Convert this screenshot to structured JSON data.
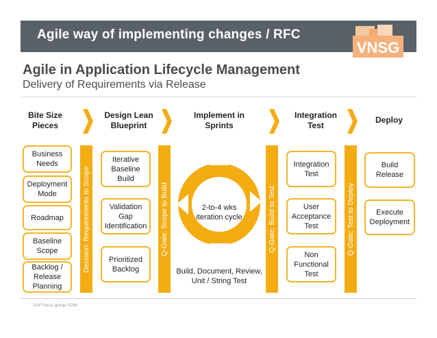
{
  "header": {
    "title": "Agile way of implementing changes / RFC",
    "logo_text": "VNSG"
  },
  "slide": {
    "title": "Agile in Application Lifecycle Management",
    "subtitle": "Delivery of Requirements via Release"
  },
  "columns": [
    {
      "heading": "Bite Size Pieces",
      "items": [
        "Business Needs",
        "Deployment Mode",
        "Roadmap",
        "Baseline Scope",
        "Backlog / Release Planning"
      ]
    },
    {
      "heading": "Design Lean Blueprint",
      "items": [
        "Iterative Baseline Build",
        "Validation Gap Identification",
        "Prioritized Backlog"
      ]
    },
    {
      "heading": "Implement in Sprints",
      "cycle_label": "2-to-4 wks iteration cycle",
      "caption": "Build, Document, Review, Unit / String Test"
    },
    {
      "heading": "Integration Test",
      "items": [
        "Integration Test",
        "User Acceptance Test",
        "Non Functional Test"
      ]
    },
    {
      "heading": "Deploy",
      "items": [
        "Build Release",
        "Execute Deployment"
      ]
    }
  ],
  "gates": [
    "Decision: Requirements to Scope",
    "Q-Gate: Scope to Build",
    "Q-Gate: Build to Test",
    "Q-Gate: Test to Deploy"
  ],
  "footer": "SAP focus group ADM",
  "colors": {
    "accent": "#f3ad13",
    "title_bar": "#5a6068",
    "logo": "#f5b27d"
  }
}
